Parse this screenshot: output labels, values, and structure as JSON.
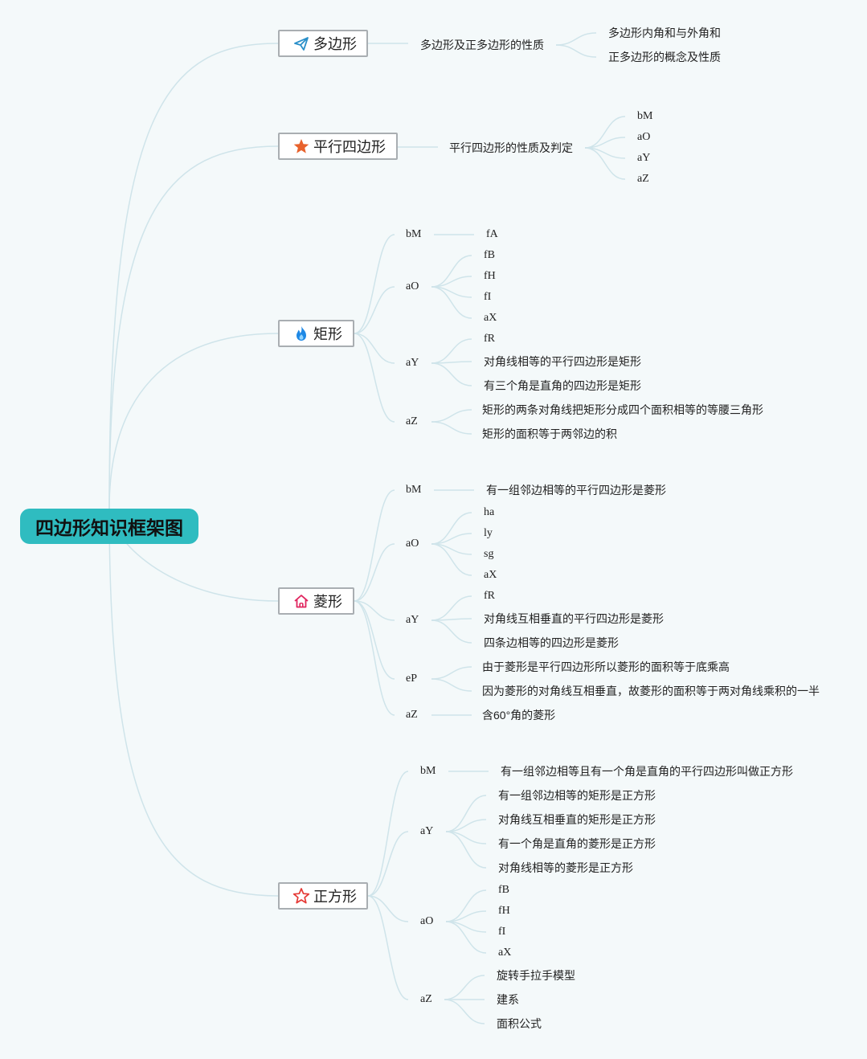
{
  "root": {
    "label": "四边形知识框架图"
  },
  "colors": {
    "root_bg": "#2fbcc0",
    "line": "#cfe4ea",
    "border": "#a9aeb2"
  },
  "branches": {
    "polygon": {
      "label": "多边形",
      "icon": "paper-plane-icon",
      "l1": "多边形及正多边形的性质",
      "leaves": [
        "多边形内角和与外角和",
        "正多边形的概念及性质"
      ]
    },
    "parallelogram": {
      "label": "平行四边形",
      "icon": "star-filled-icon",
      "l1": "平行四边形的性质及判定",
      "leaves": [
        "bM",
        "aO",
        "aY",
        "aZ"
      ]
    },
    "rectangle": {
      "label": "矩形",
      "icon": "flame-icon",
      "subs": [
        {
          "label": "bM",
          "leaves": [
            "fA"
          ]
        },
        {
          "label": "aO",
          "leaves": [
            "fB",
            "fH",
            "fI",
            "aX"
          ]
        },
        {
          "label": "aY",
          "leaves": [
            "fR",
            "对角线相等的平行四边形是矩形",
            "有三个角是直角的四边形是矩形"
          ]
        },
        {
          "label": "aZ",
          "leaves": [
            "矩形的两条对角线把矩形分成四个面积相等的等腰三角形",
            "矩形的面积等于两邻边的积"
          ]
        }
      ]
    },
    "rhombus": {
      "label": "菱形",
      "icon": "house-icon",
      "subs": [
        {
          "label": "bM",
          "leaves": [
            "有一组邻边相等的平行四边形是菱形"
          ]
        },
        {
          "label": "aO",
          "leaves": [
            "ha",
            "ly",
            "sg",
            "aX"
          ]
        },
        {
          "label": "aY",
          "leaves": [
            "fR",
            "对角线互相垂直的平行四边形是菱形",
            "四条边相等的四边形是菱形"
          ]
        },
        {
          "label": "eP",
          "leaves": [
            "由于菱形是平行四边形所以菱形的面积等于底乘高",
            "因为菱形的对角线互相垂直，故菱形的面积等于两对角线乘积的一半"
          ]
        },
        {
          "label": "aZ",
          "leaves": [
            "含60°角的菱形"
          ]
        }
      ]
    },
    "square": {
      "label": "正方形",
      "icon": "star-outline-icon",
      "subs": [
        {
          "label": "bM",
          "leaves": [
            "有一组邻边相等且有一个角是直角的平行四边形叫做正方形"
          ]
        },
        {
          "label": "aY",
          "leaves": [
            "有一组邻边相等的矩形是正方形",
            "对角线互相垂直的矩形是正方形",
            "有一个角是直角的菱形是正方形",
            "对角线相等的菱形是正方形"
          ]
        },
        {
          "label": "aO",
          "leaves": [
            "fB",
            "fH",
            "fI",
            "aX"
          ]
        },
        {
          "label": "aZ",
          "leaves": [
            "旋转手拉手模型",
            "建系",
            "面积公式"
          ]
        }
      ]
    }
  }
}
